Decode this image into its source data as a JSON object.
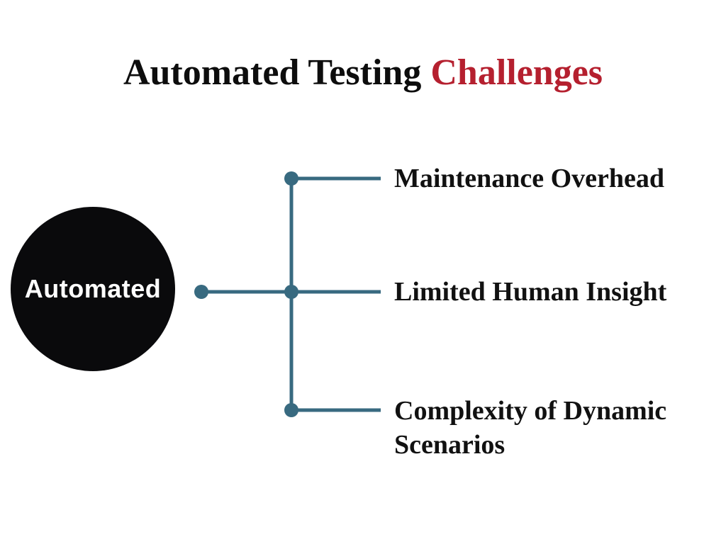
{
  "title": {
    "black_part": "Automated Testing ",
    "red_part": "Challenges"
  },
  "node": {
    "label": "Automated"
  },
  "items": [
    {
      "label": "Maintenance Overhead"
    },
    {
      "label": "Limited Human Insight"
    },
    {
      "label": "Complexity of Dynamic Scenarios"
    }
  ],
  "colors": {
    "accent_teal": "#386a80",
    "title_red": "#b5202f",
    "node_black": "#0a0a0c",
    "text_black": "#111111",
    "background": "#ffffff"
  }
}
